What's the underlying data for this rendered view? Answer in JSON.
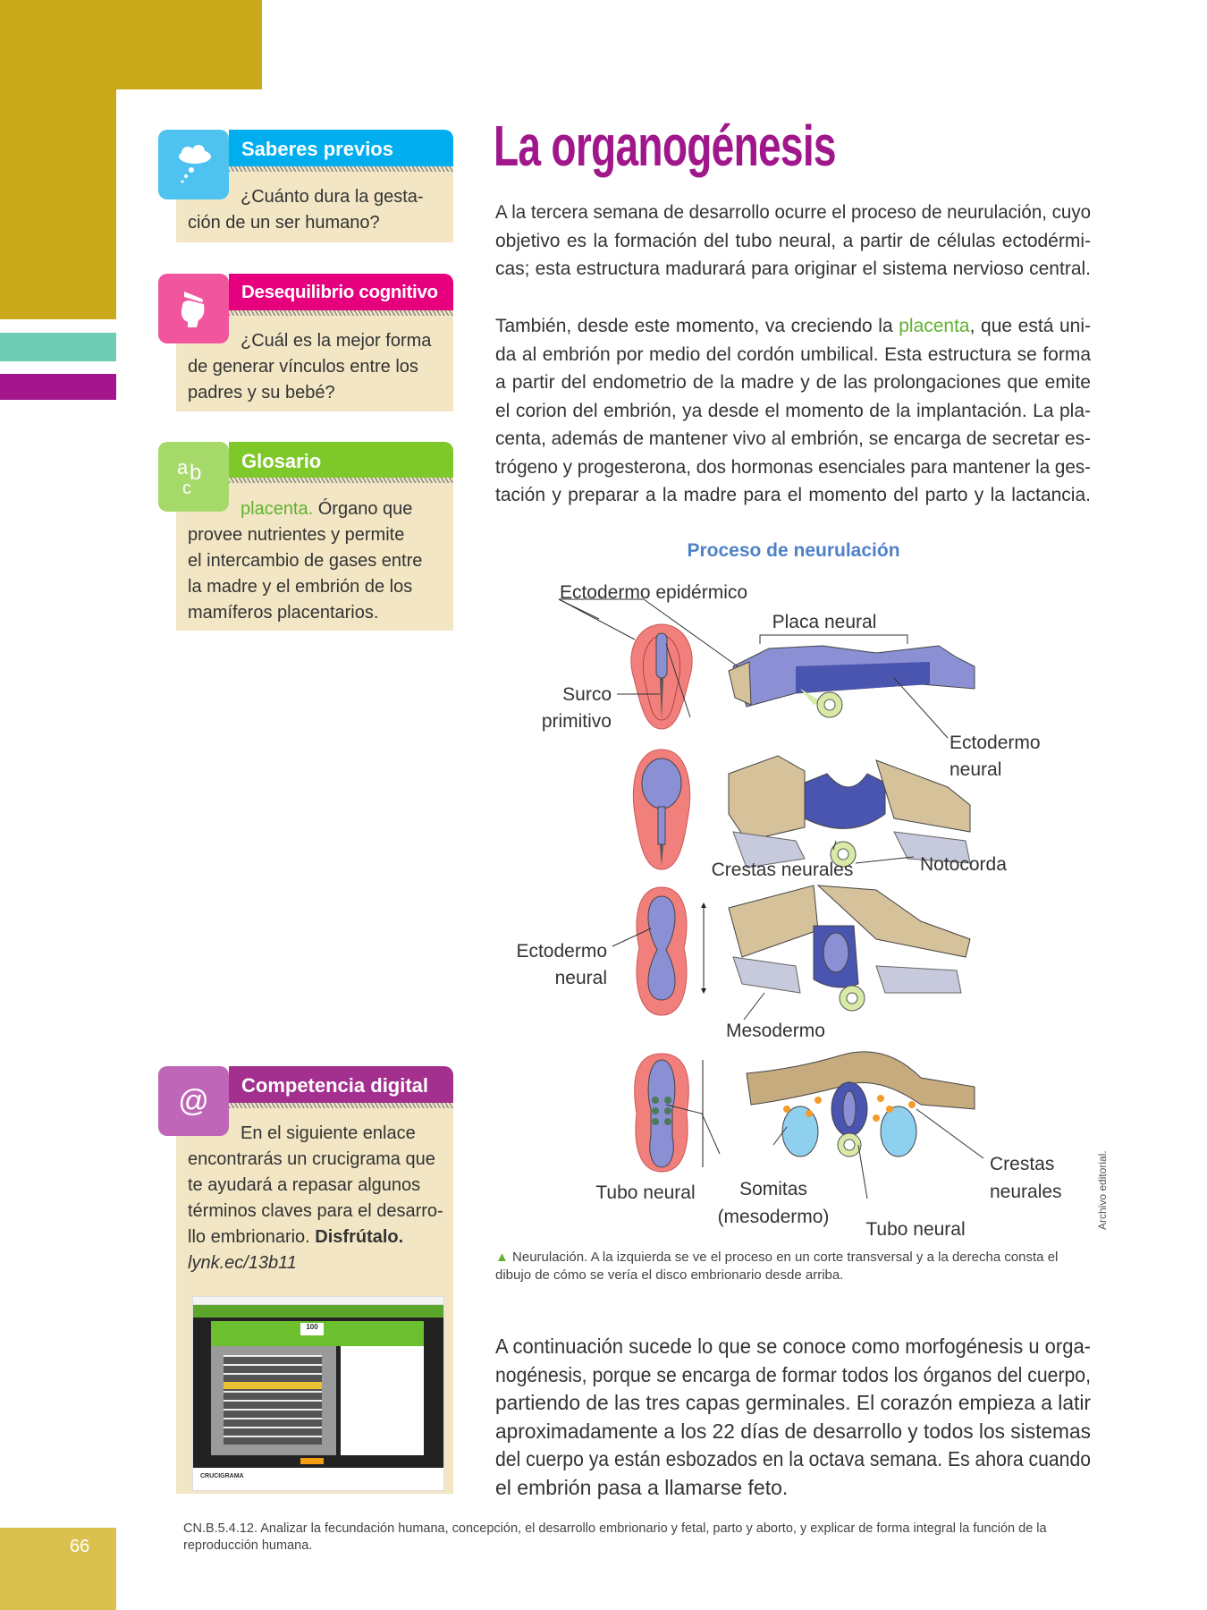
{
  "colors": {
    "accent": "#a0178c",
    "gold": "#c9a91a",
    "placenta": "#5fb32e"
  },
  "page_number": "66",
  "sidebar": {
    "saberes": {
      "title": "Saberes previos",
      "icon": "thought-cloud-icon",
      "lines": [
        "¿Cuánto dura la gesta-",
        "ción de un ser humano?"
      ]
    },
    "desequilibrio": {
      "title": "Desequilibrio cognitivo",
      "icon": "open-head-icon",
      "lines": [
        "¿Cuál es la mejor forma",
        "de generar vínculos entre los",
        "padres y su bebé?"
      ]
    },
    "glosario": {
      "title": "Glosario",
      "icon": "abc-icon",
      "icon_text": "abc",
      "term": "placenta.",
      "first_rest": " Órgano que",
      "lines": [
        "provee nutrientes y permite",
        "el intercambio de gases entre",
        "la madre y el embrión de los",
        "mamíferos placentarios."
      ]
    },
    "competencia": {
      "title": "Competencia digital",
      "icon": "at-sign-icon",
      "icon_text": "@",
      "lines": [
        "En el siguiente enlace",
        "encontrarás un crucigrama que",
        "te ayudará a repasar algunos",
        "términos claves para el desarro-"
      ],
      "line5_pre": "llo embrionario. ",
      "line5_bold": "Disfrútalo.",
      "link": "lynk.ec/13b11",
      "thumb": {
        "score": "100",
        "footer": "CRUCIGRAMA"
      }
    }
  },
  "main": {
    "title": "La organogénesis",
    "p1": [
      "A la tercera semana de desarrollo ocurre el proceso de neurulación, cuyo",
      "objetivo es la formación del tubo neural, a partir de células ectodérmi-",
      "cas; esta estructura madurará para originar el sistema nervioso central."
    ],
    "p2_first": {
      "pre": "También, desde este momento, va creciendo la ",
      "hl": "placenta",
      "post": ", que está uni-"
    },
    "p2": [
      "da al embrión por medio del cordón umbilical. Esta estructura se forma",
      "a partir del endometrio de la madre y de las prolongaciones que emite",
      "el corion del embrión, ya desde el momento de la implantación. La pla-",
      "centa, además de mantener vivo al embrión, se encarga de secretar es-",
      "trógeno y progesterona, dos hormonas esenciales para mantener la ges-",
      "tación y preparar a la madre para el momento del parto y la lactancia."
    ],
    "p3": [
      "A continuación sucede lo que se conoce como morfogénesis u orga-",
      "nogénesis, porque se encarga de formar todos los órganos del cuerpo,",
      "partiendo de las tres capas germinales. El corazón empieza a latir",
      "aproximadamente a los 22 días de desarrollo y todos los sistemas",
      "del cuerpo ya están esbozados en la octava semana. Es ahora cuando",
      "el embrión pasa a llamarse feto."
    ]
  },
  "figure": {
    "title": "Proceso de neurulación",
    "labels": {
      "ecto_epi": "Ectodermo epidérmico",
      "placa": "Placa neural",
      "surco1": "Surco",
      "surco2": "primitivo",
      "ecto_n_r1": "Ectodermo",
      "ecto_n_r2": "neural",
      "crestas": "Crestas neurales",
      "notocorda": "Notocorda",
      "ecto_n_l1": "Ectodermo",
      "ecto_n_l2": "neural",
      "mesodermo": "Mesodermo",
      "tubo_l": "Tubo neural",
      "somitas1": "Somitas",
      "somitas2": "(mesodermo)",
      "tubo_r": "Tubo neural",
      "crestas2_1": "Crestas",
      "crestas2_2": "neurales"
    },
    "caption": "Neurulación. A la izquierda se ve el proceso en un corte transversal y a la derecha consta el dibujo de cómo se vería el disco embrionario desde arriba.",
    "credit": "Archivo editorial."
  },
  "footer": "CN.B.5.4.12. Analizar la fecundación humana, concepción, el desarrollo embrionario y fetal, parto y aborto, y explicar de forma integral la función de la reproducción humana."
}
